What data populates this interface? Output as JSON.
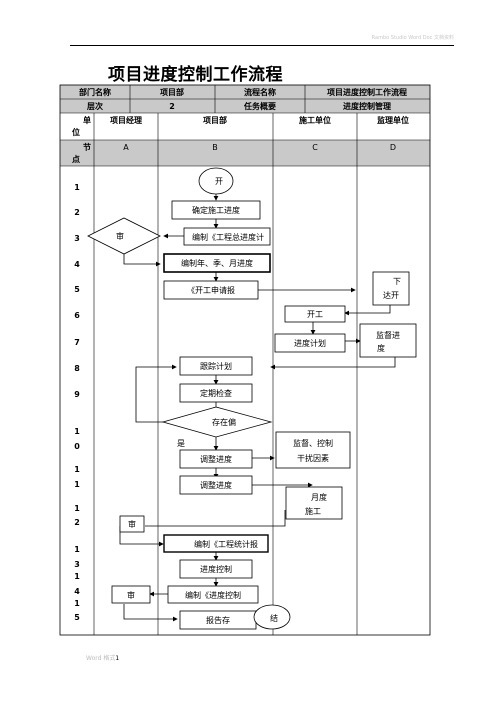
{
  "header_note": "Rambo Studio Word Doc 文档资料",
  "title": "项目进度控制工作流程",
  "meta": {
    "dept_label": "部门名称",
    "dept_value": "项目部",
    "flow_label": "流程名称",
    "flow_value": "项目进度控制工作流程",
    "level_label": "层次",
    "level_value": "2",
    "summary_label": "任务概要",
    "summary_value": "进度控制管理"
  },
  "lanes": {
    "unit_label_1": "单",
    "unit_label_2": "位",
    "node_label_1": "节",
    "node_label_2": "点",
    "names": [
      "项目经理",
      "项目部",
      "施工单位",
      "监理单位"
    ],
    "letters": [
      "A",
      "B",
      "C",
      "D"
    ]
  },
  "rows": [
    "1",
    "2",
    "3",
    "4",
    "5",
    "6",
    "7",
    "8",
    "9",
    "1\n0",
    "1\n1",
    "1\n2",
    "1\n3",
    "1\n4",
    "1\n5"
  ],
  "nodes": {
    "start": "开",
    "confirm": "确定施工进度",
    "approve1": "审",
    "compile_total": "编制《工程总进度计",
    "compile_ymq": "编制年、季、月进度",
    "start_app": "《开工申请报",
    "issue_start_1": "下",
    "issue_start_2": "达开",
    "work_start": "开工",
    "prog_plan": "进度计划",
    "supervise_1": "监督进",
    "supervise_2": "度",
    "track": "跟踪计划",
    "check": "定期检查",
    "deviation": "存在偏",
    "yes": "是",
    "adjust1": "调整进度",
    "sup_control_1": "监督、控制",
    "sup_control_2": "干扰因素",
    "adjust2": "调整进度",
    "monthly_1": "月度",
    "monthly_2": "施工",
    "approve2": "审",
    "compile_stats": "编制《工程统计报",
    "prog_control": "进度控制",
    "approve3": "审",
    "compile_prog": "编制《进度控制",
    "report": "报告存",
    "end": "结"
  },
  "footer_text": "Word 格式",
  "footer_page": "1"
}
